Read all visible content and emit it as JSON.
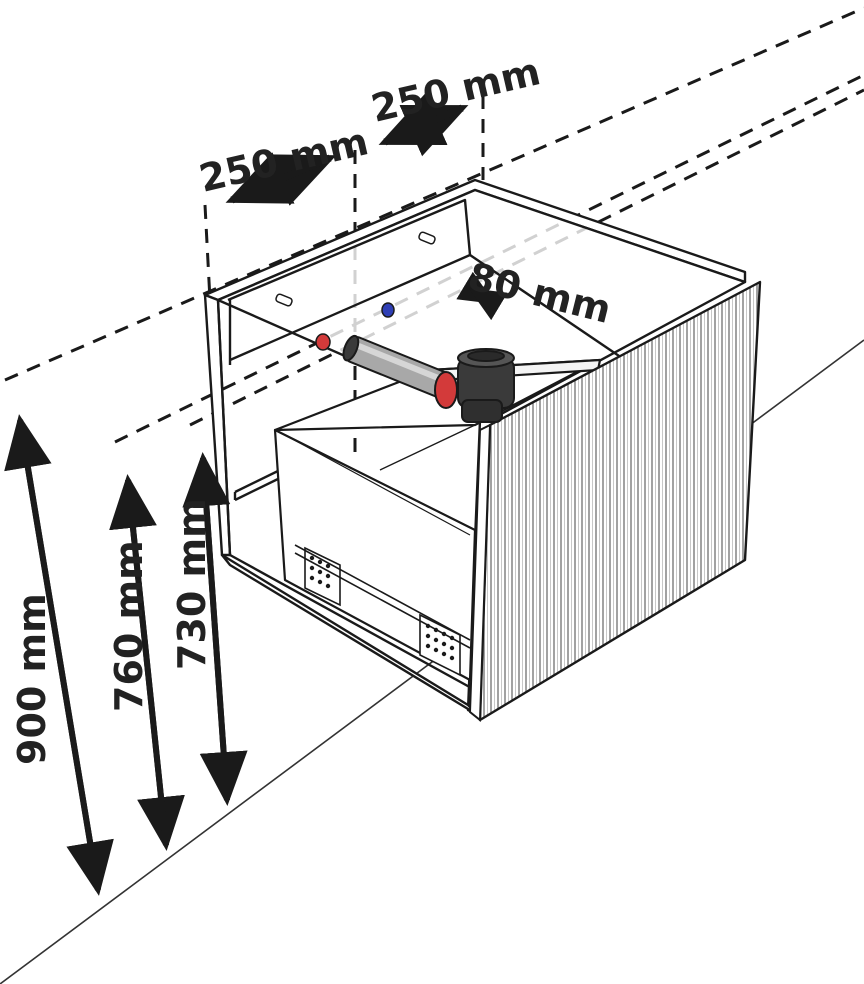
{
  "dimensions": {
    "width_left": "250 mm",
    "width_right": "250 mm",
    "depth_offset": "80 mm",
    "height_900": "900 mm",
    "height_760": "760 mm",
    "height_730": "730 mm"
  },
  "colors": {
    "line": "#1a1a1a",
    "dashed": "#1a1a1a",
    "panel": "#ffffff",
    "slats": "#8a8a8a",
    "pipe": "#9a9a9a",
    "trap": "#2a2a2a",
    "hot_red": "#d33a3a",
    "cold_blue": "#2f3fb5"
  }
}
